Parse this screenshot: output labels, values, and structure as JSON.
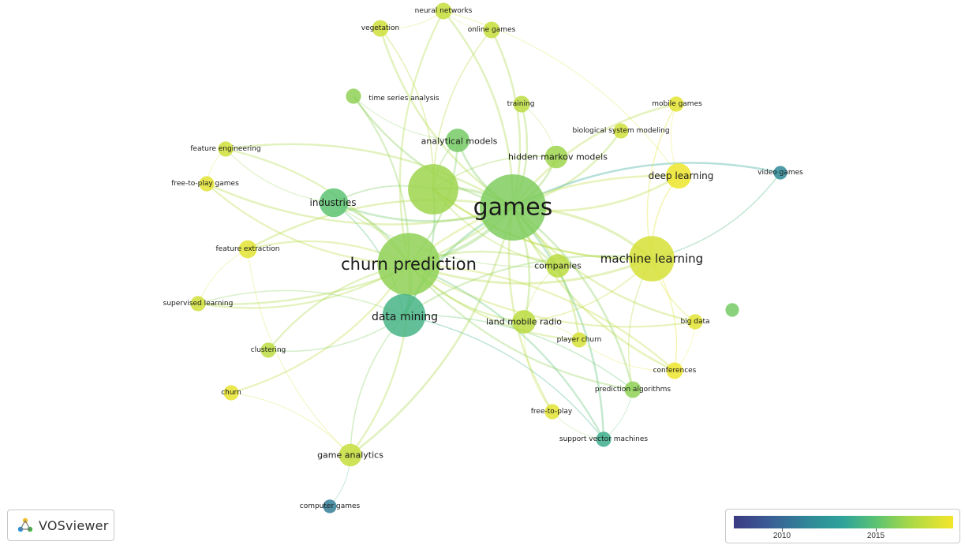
{
  "app": {
    "logo_text": "VOSviewer"
  },
  "legend": {
    "ticks": [
      "2010",
      "2015"
    ]
  },
  "network": {
    "nodes": [
      {
        "label": "games",
        "year": 2016.2,
        "weight": 100
      },
      {
        "label": "churn prediction",
        "year": 2016.5,
        "weight": 85
      },
      {
        "label": "",
        "year": 2016.8,
        "weight": 55
      },
      {
        "label": "machine learning",
        "year": 2018.2,
        "weight": 45
      },
      {
        "label": "data mining",
        "year": 2014.8,
        "weight": 40
      },
      {
        "label": "industries",
        "year": 2015.5,
        "weight": 18
      },
      {
        "label": "companies",
        "year": 2017.5,
        "weight": 12
      },
      {
        "label": "land mobile radio",
        "year": 2017.5,
        "weight": 12
      },
      {
        "label": "deep learning",
        "year": 2018.8,
        "weight": 14
      },
      {
        "label": "analytical models",
        "year": 2016.0,
        "weight": 12
      },
      {
        "label": "hidden markov models",
        "year": 2016.8,
        "weight": 11
      },
      {
        "label": "game analytics",
        "year": 2017.8,
        "weight": 11
      },
      {
        "label": "feature engineering",
        "year": 2018.0,
        "weight": 5
      },
      {
        "label": "free-to-play games",
        "year": 2018.5,
        "weight": 5
      },
      {
        "label": "feature extraction",
        "year": 2018.5,
        "weight": 7
      },
      {
        "label": "supervised learning",
        "year": 2018.0,
        "weight": 5
      },
      {
        "label": "clustering",
        "year": 2017.5,
        "weight": 5
      },
      {
        "label": "churn",
        "year": 2018.6,
        "weight": 5
      },
      {
        "label": "computer games",
        "year": 2011.5,
        "weight": 4
      },
      {
        "label": "neural networks",
        "year": 2017.8,
        "weight": 6
      },
      {
        "label": "vegetation",
        "year": 2018.0,
        "weight": 6
      },
      {
        "label": "online games",
        "year": 2017.8,
        "weight": 6
      },
      {
        "label": "time series analysis",
        "year": 2016.5,
        "weight": 5
      },
      {
        "label": "training",
        "year": 2017.5,
        "weight": 6
      },
      {
        "label": "mobile games",
        "year": 2018.5,
        "weight": 5
      },
      {
        "label": "biological system modeling",
        "year": 2018.0,
        "weight": 5
      },
      {
        "label": "video games",
        "year": 2012.0,
        "weight": 4
      },
      {
        "label": "big data",
        "year": 2018.5,
        "weight": 5
      },
      {
        "label": "player churn",
        "year": 2018.2,
        "weight": 5
      },
      {
        "label": "conferences",
        "year": 2018.8,
        "weight": 6
      },
      {
        "label": "prediction algorithms",
        "year": 2016.5,
        "weight": 6
      },
      {
        "label": "free-to-play",
        "year": 2018.5,
        "weight": 5
      },
      {
        "label": "support vector machines",
        "year": 2014.5,
        "weight": 5
      },
      {
        "label": "",
        "year": 2016.0,
        "weight": 4
      }
    ],
    "links": [
      [
        "games",
        "churn prediction"
      ],
      [
        "games",
        ""
      ],
      [
        "games",
        "machine learning"
      ],
      [
        "games",
        "data mining"
      ],
      [
        "games",
        "industries"
      ],
      [
        "games",
        "companies"
      ],
      [
        "games",
        "land mobile radio"
      ],
      [
        "games",
        "deep learning"
      ],
      [
        "games",
        "analytical models"
      ],
      [
        "games",
        "hidden markov models"
      ],
      [
        "games",
        "game analytics"
      ],
      [
        "games",
        "feature engineering"
      ],
      [
        "games",
        "free-to-play games"
      ],
      [
        "games",
        "feature extraction"
      ],
      [
        "games",
        "supervised learning"
      ],
      [
        "games",
        "neural networks"
      ],
      [
        "games",
        "vegetation"
      ],
      [
        "games",
        "online games"
      ],
      [
        "games",
        "time series analysis"
      ],
      [
        "games",
        "training"
      ],
      [
        "games",
        "mobile games"
      ],
      [
        "games",
        "biological system modeling"
      ],
      [
        "games",
        "video games"
      ],
      [
        "games",
        "big data"
      ],
      [
        "games",
        "player churn"
      ],
      [
        "games",
        "conferences"
      ],
      [
        "games",
        "prediction algorithms"
      ],
      [
        "games",
        "free-to-play"
      ],
      [
        "games",
        "support vector machines"
      ],
      [
        "churn prediction",
        "machine learning"
      ],
      [
        "churn prediction",
        "data mining"
      ],
      [
        "churn prediction",
        "industries"
      ],
      [
        "churn prediction",
        "companies"
      ],
      [
        "churn prediction",
        "land mobile radio"
      ],
      [
        "churn prediction",
        "deep learning"
      ],
      [
        "churn prediction",
        "analytical models"
      ],
      [
        "churn prediction",
        "game analytics"
      ],
      [
        "churn prediction",
        "feature extraction"
      ],
      [
        "churn prediction",
        "supervised learning"
      ],
      [
        "churn prediction",
        "clustering"
      ],
      [
        "churn prediction",
        "churn"
      ],
      [
        "churn prediction",
        "time series analysis"
      ],
      [
        "churn prediction",
        "neural networks"
      ],
      [
        "churn prediction",
        "big data"
      ],
      [
        "churn prediction",
        "conferences"
      ],
      [
        "churn prediction",
        "prediction algorithms"
      ],
      [
        "churn prediction",
        "support vector machines"
      ],
      [
        "churn prediction",
        "feature engineering"
      ],
      [
        "churn prediction",
        "free-to-play games"
      ],
      [
        "churn prediction",
        "player churn"
      ],
      [
        "",
        "data mining"
      ],
      [
        "",
        "industries"
      ],
      [
        "",
        "analytical models"
      ],
      [
        "",
        "machine learning"
      ],
      [
        "",
        "hidden markov models"
      ],
      [
        "",
        "vegetation"
      ],
      [
        "",
        "online games"
      ],
      [
        "",
        "companies"
      ],
      [
        "machine learning",
        "deep learning"
      ],
      [
        "machine learning",
        "big data"
      ],
      [
        "machine learning",
        "conferences"
      ],
      [
        "machine learning",
        "prediction algorithms"
      ],
      [
        "machine learning",
        "land mobile radio"
      ],
      [
        "machine learning",
        "data mining"
      ],
      [
        "machine learning",
        "mobile games"
      ],
      [
        "machine learning",
        "video games"
      ],
      [
        "machine learning",
        ""
      ],
      [
        "data mining",
        "game analytics"
      ],
      [
        "data mining",
        "support vector machines"
      ],
      [
        "data mining",
        "industries"
      ],
      [
        "data mining",
        "clustering"
      ],
      [
        "data mining",
        "supervised learning"
      ],
      [
        "data mining",
        "prediction algorithms"
      ],
      [
        "industries",
        "companies"
      ],
      [
        "industries",
        "feature engineering"
      ],
      [
        "companies",
        "land mobile radio"
      ],
      [
        "land mobile radio",
        "player churn"
      ],
      [
        "land mobile radio",
        "free-to-play"
      ],
      [
        "deep learning",
        "mobile games"
      ],
      [
        "deep learning",
        "neural networks"
      ],
      [
        "game analytics",
        "computer games"
      ],
      [
        "game analytics",
        "churn"
      ],
      [
        "game analytics",
        "feature extraction"
      ],
      [
        "hidden markov models",
        "training"
      ],
      [
        "analytical models",
        "time series analysis"
      ],
      [
        "support vector machines",
        "prediction algorithms"
      ],
      [
        "support vector machines",
        "free-to-play"
      ],
      [
        "player churn",
        "conferences"
      ],
      [
        "big data",
        "conferences"
      ],
      [
        "vegetation",
        "neural networks"
      ],
      [
        "online games",
        "neural networks"
      ],
      [
        "feature engineering",
        "free-to-play games"
      ],
      [
        "supervised learning",
        "feature extraction"
      ]
    ]
  }
}
